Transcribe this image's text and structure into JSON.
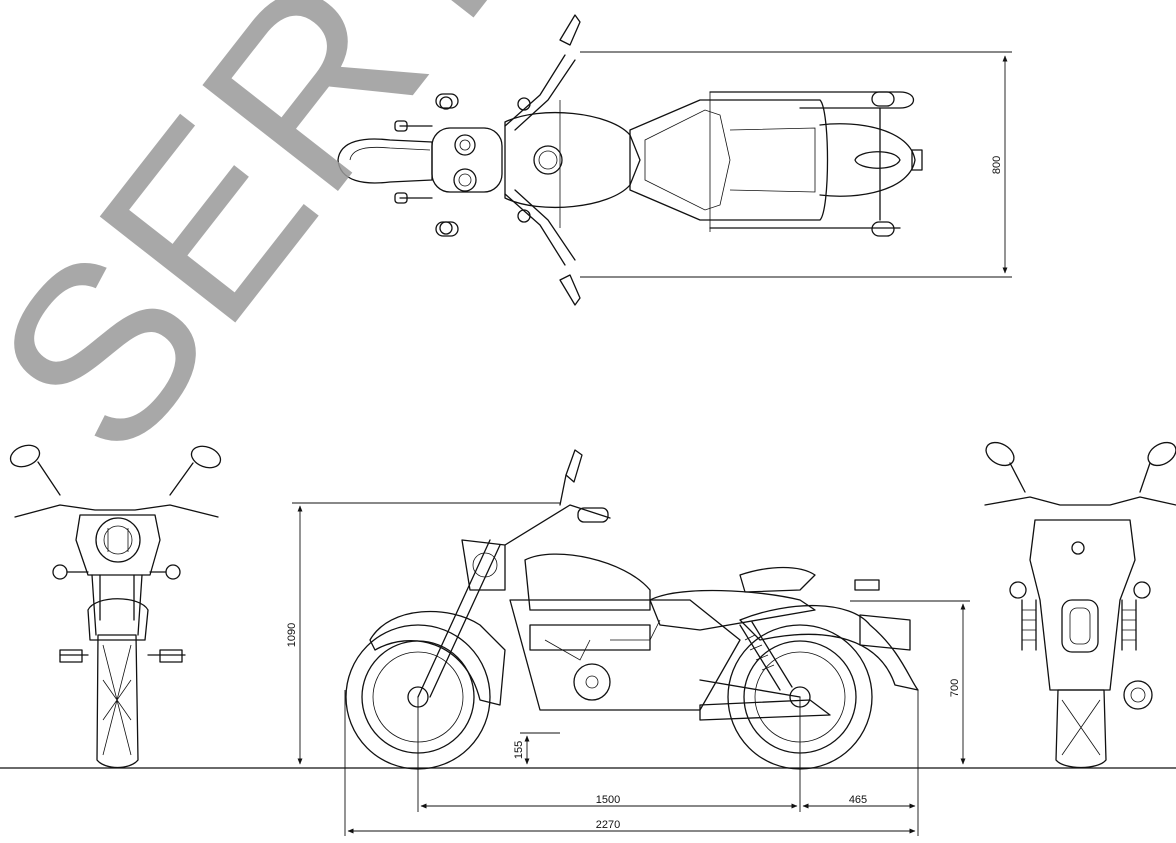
{
  "watermark": "SERT",
  "dimensions": {
    "width": "800",
    "height": "1090",
    "seat_height": "700",
    "ground_clearance": "155",
    "wheelbase": "1500",
    "rear_overhang": "465",
    "overall_length": "2270"
  }
}
